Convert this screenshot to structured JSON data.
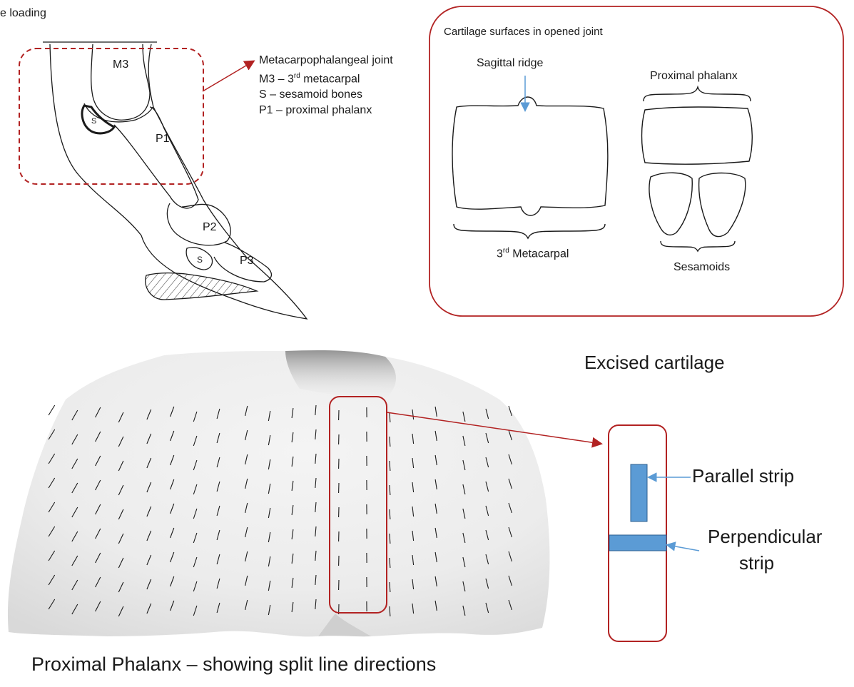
{
  "top_text": "e loading",
  "anatomy": {
    "label_m3": "M3",
    "label_s": "S",
    "label_p1": "P1",
    "label_p2": "P2",
    "label_s2": "S",
    "label_p3": "P3"
  },
  "legend": {
    "line1": "Metacarpophalangeal joint",
    "line2_prefix": "M3 – 3",
    "line2_sup": "rd",
    "line2_suffix": " metacarpal",
    "line3": "S – sesamoid bones",
    "line4": "P1 – proximal phalanx"
  },
  "cartilage_box": {
    "title": "Cartilage surfaces in opened joint",
    "sagittal_ridge": "Sagittal ridge",
    "proximal_phalanx": "Proximal phalanx",
    "metacarpal_prefix": "3",
    "metacarpal_sup": "rd",
    "metacarpal_suffix": " Metacarpal",
    "sesamoids": "Sesamoids"
  },
  "excised_label": "Excised cartilage",
  "strip": {
    "parallel": "Parallel strip",
    "perpendicular_line1": "Perpendicular",
    "perpendicular_line2": "strip"
  },
  "caption": "Proximal Phalanx – showing split line directions",
  "colors": {
    "dark_red": "#b22222",
    "strip_blue": "#5b9bd5",
    "arrow_blue": "#5b9bd5",
    "line": "#1a1a1a"
  }
}
